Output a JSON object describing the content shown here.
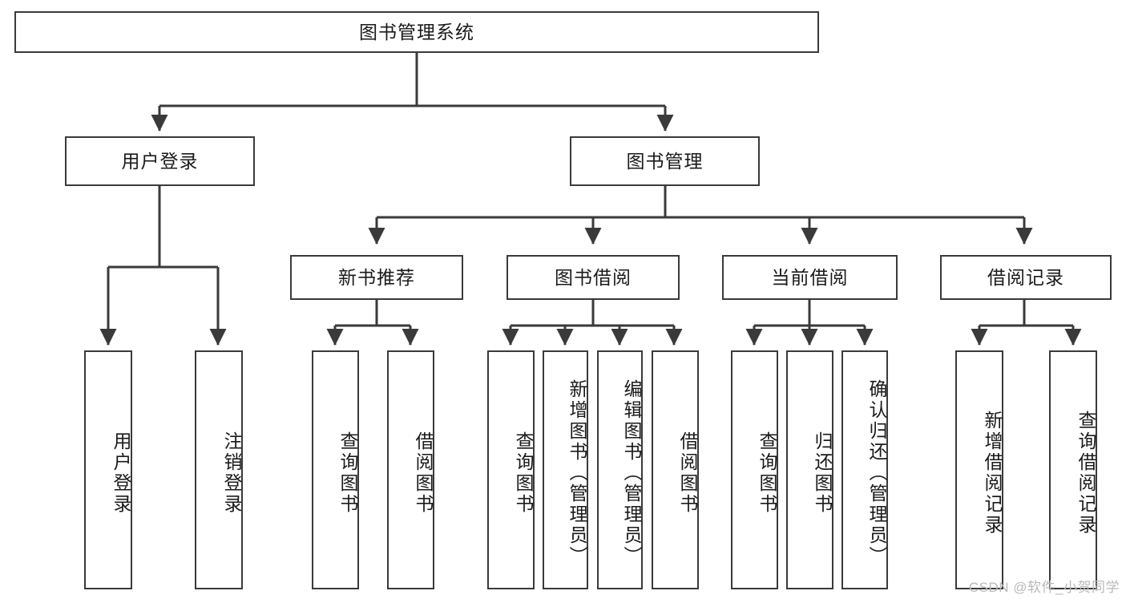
{
  "diagram": {
    "type": "tree-hierarchy-chart",
    "title": "图书管理系统",
    "orientation": "top-down",
    "colors": {
      "node_border": "#3a3a3a",
      "node_fill": "#ffffff",
      "connector": "#3a3a3a",
      "text": "#1a1a1a",
      "watermark": "#b9b9b9",
      "background": "#ffffff"
    },
    "levels": [
      {
        "level": 1,
        "nodes": [
          {
            "id": "root",
            "label": "图书管理系统",
            "orientation": "horizontal"
          }
        ]
      },
      {
        "level": 2,
        "nodes": [
          {
            "id": "user-login",
            "label": "用户登录",
            "orientation": "horizontal",
            "parent": "root"
          },
          {
            "id": "book-manage",
            "label": "图书管理",
            "orientation": "horizontal",
            "parent": "root"
          }
        ]
      },
      {
        "level": 3,
        "nodes": [
          {
            "id": "new-book-rec",
            "label": "新书推荐",
            "orientation": "horizontal",
            "parent": "book-manage"
          },
          {
            "id": "book-borrow",
            "label": "图书借阅",
            "orientation": "horizontal",
            "parent": "book-manage"
          },
          {
            "id": "current-borrow",
            "label": "当前借阅",
            "orientation": "horizontal",
            "parent": "book-manage"
          },
          {
            "id": "borrow-record",
            "label": "借阅记录",
            "orientation": "horizontal",
            "parent": "book-manage"
          }
        ]
      },
      {
        "level": 4,
        "nodes": [
          {
            "id": "leaf-user-login",
            "label": "用户登录",
            "orientation": "vertical",
            "parent": "user-login"
          },
          {
            "id": "leaf-logout-login",
            "label": "注销登录",
            "orientation": "vertical",
            "parent": "user-login"
          },
          {
            "id": "leaf-query-book-1",
            "label": "查询图书",
            "orientation": "vertical",
            "parent": "new-book-rec"
          },
          {
            "id": "leaf-borrow-book-1",
            "label": "借阅图书",
            "orientation": "vertical",
            "parent": "new-book-rec"
          },
          {
            "id": "leaf-query-book-2",
            "label": "查询图书",
            "orientation": "vertical",
            "parent": "book-borrow"
          },
          {
            "id": "leaf-add-book",
            "label": "新增图书（管理员）",
            "orientation": "vertical",
            "parent": "book-borrow"
          },
          {
            "id": "leaf-edit-book",
            "label": "编辑图书（管理员）",
            "orientation": "vertical",
            "parent": "book-borrow"
          },
          {
            "id": "leaf-borrow-book-2",
            "label": "借阅图书",
            "orientation": "vertical",
            "parent": "book-borrow"
          },
          {
            "id": "leaf-query-book-3",
            "label": "查询图书",
            "orientation": "vertical",
            "parent": "current-borrow"
          },
          {
            "id": "leaf-return-book",
            "label": "归还图书",
            "orientation": "vertical",
            "parent": "current-borrow"
          },
          {
            "id": "leaf-confirm-return",
            "label": "确认归还（管理员）",
            "orientation": "vertical",
            "parent": "current-borrow"
          },
          {
            "id": "leaf-add-record",
            "label": "新增借阅记录",
            "orientation": "vertical",
            "parent": "borrow-record"
          },
          {
            "id": "leaf-query-record",
            "label": "查询借阅记录",
            "orientation": "vertical",
            "parent": "borrow-record"
          }
        ]
      }
    ]
  },
  "watermark": {
    "text": "CSDN @软件_小贺同学"
  }
}
